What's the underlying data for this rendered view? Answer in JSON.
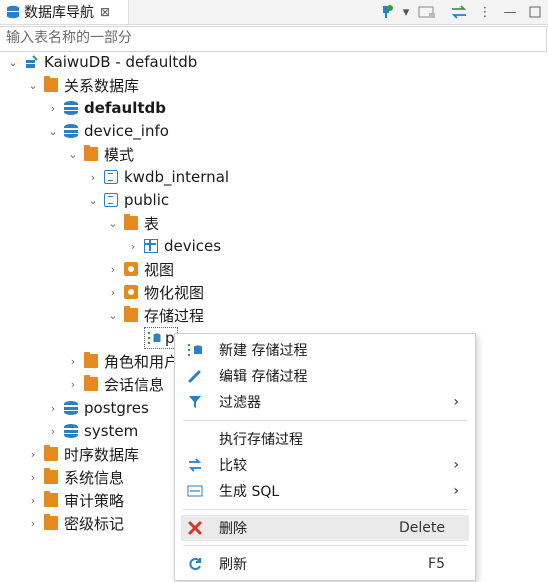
{
  "tab": {
    "title": "数据库导航",
    "close": "⊠"
  },
  "toolbar": {
    "icons": [
      "plug-icon",
      "dropdown-icon",
      "new-icon",
      "link-icon",
      "more-icon",
      "minimize-icon"
    ]
  },
  "search": {
    "placeholder": "输入表名称的一部分"
  },
  "tree": {
    "root": "KaiwuDB - defaultdb",
    "relational": "关系数据库",
    "defaultdb": "defaultdb",
    "device_info": "device_info",
    "modes": "模式",
    "kwdb_internal": "kwdb_internal",
    "public": "public",
    "tables": "表",
    "devices": "devices",
    "views": "视图",
    "matviews": "物化视图",
    "procs": "存储过程",
    "proc_item": "p",
    "roles": "角色和用户",
    "sessions": "会话信息",
    "postgres": "postgres",
    "system": "system",
    "timeseries": "时序数据库",
    "sysinfo": "系统信息",
    "audit": "审计策略",
    "secret": "密级标记"
  },
  "menu": {
    "new_proc": "新建 存储过程",
    "edit_proc": "编辑 存储过程",
    "filter": "过滤器",
    "exec_proc": "执行存储过程",
    "compare": "比较",
    "gen_sql": "生成 SQL",
    "delete": "删除",
    "delete_key": "Delete",
    "refresh": "刷新",
    "refresh_key": "F5",
    "submenu_arrow": "›"
  },
  "colors": {
    "folder": "#e58a1f",
    "db": "#2c7fc2",
    "delete": "#d9352b",
    "green": "#3a9a3a"
  }
}
